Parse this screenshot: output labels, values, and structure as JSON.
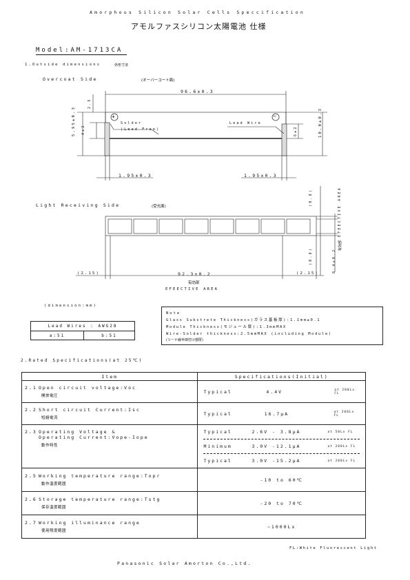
{
  "header": {
    "title_en": "Amorphous Silicon Solar Cells Speccification",
    "title_jp": "アモルファスシリコン太陽電池 仕様"
  },
  "model": "Model:AM-1713CA",
  "section1": {
    "heading": "1.Outside dimensions",
    "heading_jp": "外形寸法",
    "overcoat": {
      "label": "Overcoat Side",
      "label_jp": "(オーバーコート面)"
    },
    "dims": {
      "width": "96.6±0.3",
      "height": "10.0±0.3",
      "left_h1": "5.95±0.3",
      "left_h2": "2.5",
      "left_h3": "4±2",
      "right_h": "6±2",
      "lead_left": "1.95±0.3",
      "lead_right": "1.95±0.3"
    },
    "solder_label": "Solder",
    "solder_sub": "(Lead Free)",
    "lead_wire_label": "Lead Wire",
    "plus": "+",
    "minus": "−",
    "light": {
      "label": "Light Receiving Side",
      "label_jp": "(受光面)"
    },
    "light_dims": {
      "top_gap": "(0.8)",
      "bottom_gap": "(0.8)",
      "eff_height": "8.4±0.2",
      "eff_height_jp": "有効部",
      "eff_area_v": "EFEECTIVE AREA",
      "left_margin": "(2.15)",
      "right_margin": "(2.15)",
      "eff_width": "92.3±0.2",
      "eff_width_jp": "有効部",
      "eff_area": "EFEECTIVE AREA"
    },
    "unit_note": "(dimension:mm)",
    "lead_table": {
      "header": "Lead Wires : AWG28",
      "a": "a:51",
      "b": "b:51"
    },
    "note": {
      "title": "Note",
      "line1": "Glass Substrete Thickness(ガラス基板厚):1.1mm±0.1",
      "line2": "Module Thickness(モジュール厚):1.3mmMAX",
      "line3": "Wire-Solder thickness:2.5mmMAX (including Module)",
      "line4": "(リード線半田付け部厚)"
    }
  },
  "section2": {
    "heading": "2.Rated Specifications(at 25℃)",
    "col_item": "Item",
    "col_spec": "Specifications(Initial)",
    "rows": [
      {
        "num": "2.1",
        "item": "Open circuit voltage:Voc",
        "item_jp": "開放電圧",
        "subs": [
          {
            "label": "Typical",
            "value": "4.4V",
            "cond": "at 200Lx FL"
          }
        ]
      },
      {
        "num": "2.2",
        "item": "Short circuit Current:Isc",
        "item_jp": "短絡電流",
        "subs": [
          {
            "label": "Typical",
            "value": "16.7μA",
            "cond": "at 200Lx FL"
          }
        ]
      },
      {
        "num": "2.3",
        "item": "Operating Voltage &",
        "item2": "Operating Current:Vope-Iope",
        "item_jp": "動作特性",
        "subs": [
          {
            "label": "Typical",
            "value": "2.6V - 3.8μA",
            "cond": "at 50Lx FL"
          },
          {
            "label": "Minimum",
            "value": "3.0V -12.1μA",
            "cond": "at 200Lx FL"
          },
          {
            "label": "Typical",
            "value": "3.0V -15.2μA",
            "cond": "at 200Lx FL"
          }
        ]
      },
      {
        "num": "2.5",
        "item": "Working temperature range:Topr",
        "item_jp": "動作温度範囲",
        "value": "-10 to 60℃"
      },
      {
        "num": "2.6",
        "item": "Storage temperature range:Tstg",
        "item_jp": "保存温度範囲",
        "value": "-20 to 70℃"
      },
      {
        "num": "2.7",
        "item": "Working illuminance range",
        "item_jp": "使用照度範囲",
        "value": "~1000Lx"
      }
    ]
  },
  "footnote": "FL:White Fluorescent Light",
  "footer": "Panasonic Solar Amorton Co.,Ltd."
}
